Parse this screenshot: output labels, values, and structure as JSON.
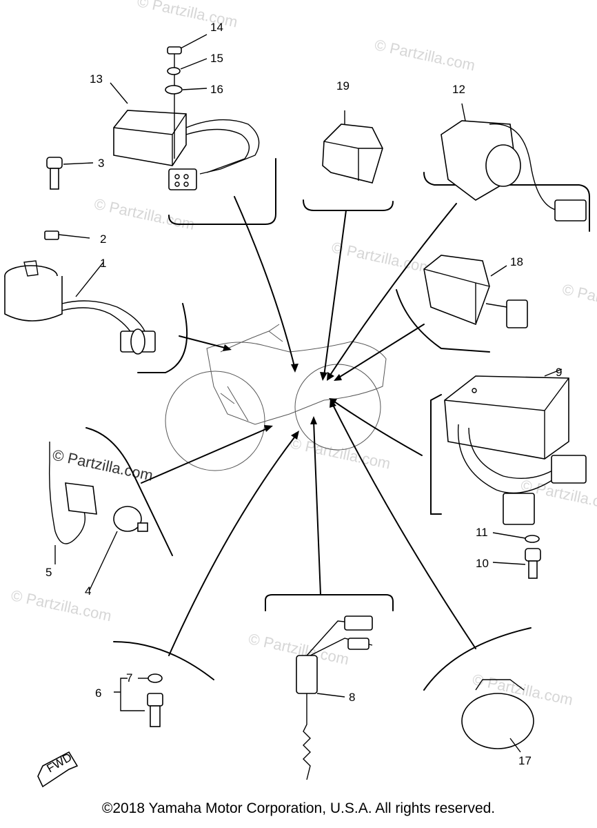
{
  "watermark": "© Partzilla.com",
  "fwd_label": "FWD",
  "copyright": "©2018  Yamaha Motor Corporation, U.S.A. All rights reserved.",
  "callouts": [
    "1",
    "2",
    "3",
    "4",
    "5",
    "6",
    "7",
    "8",
    "9",
    "10",
    "11",
    "12",
    "13",
    "14",
    "15",
    "16",
    "17",
    "18",
    "19"
  ]
}
